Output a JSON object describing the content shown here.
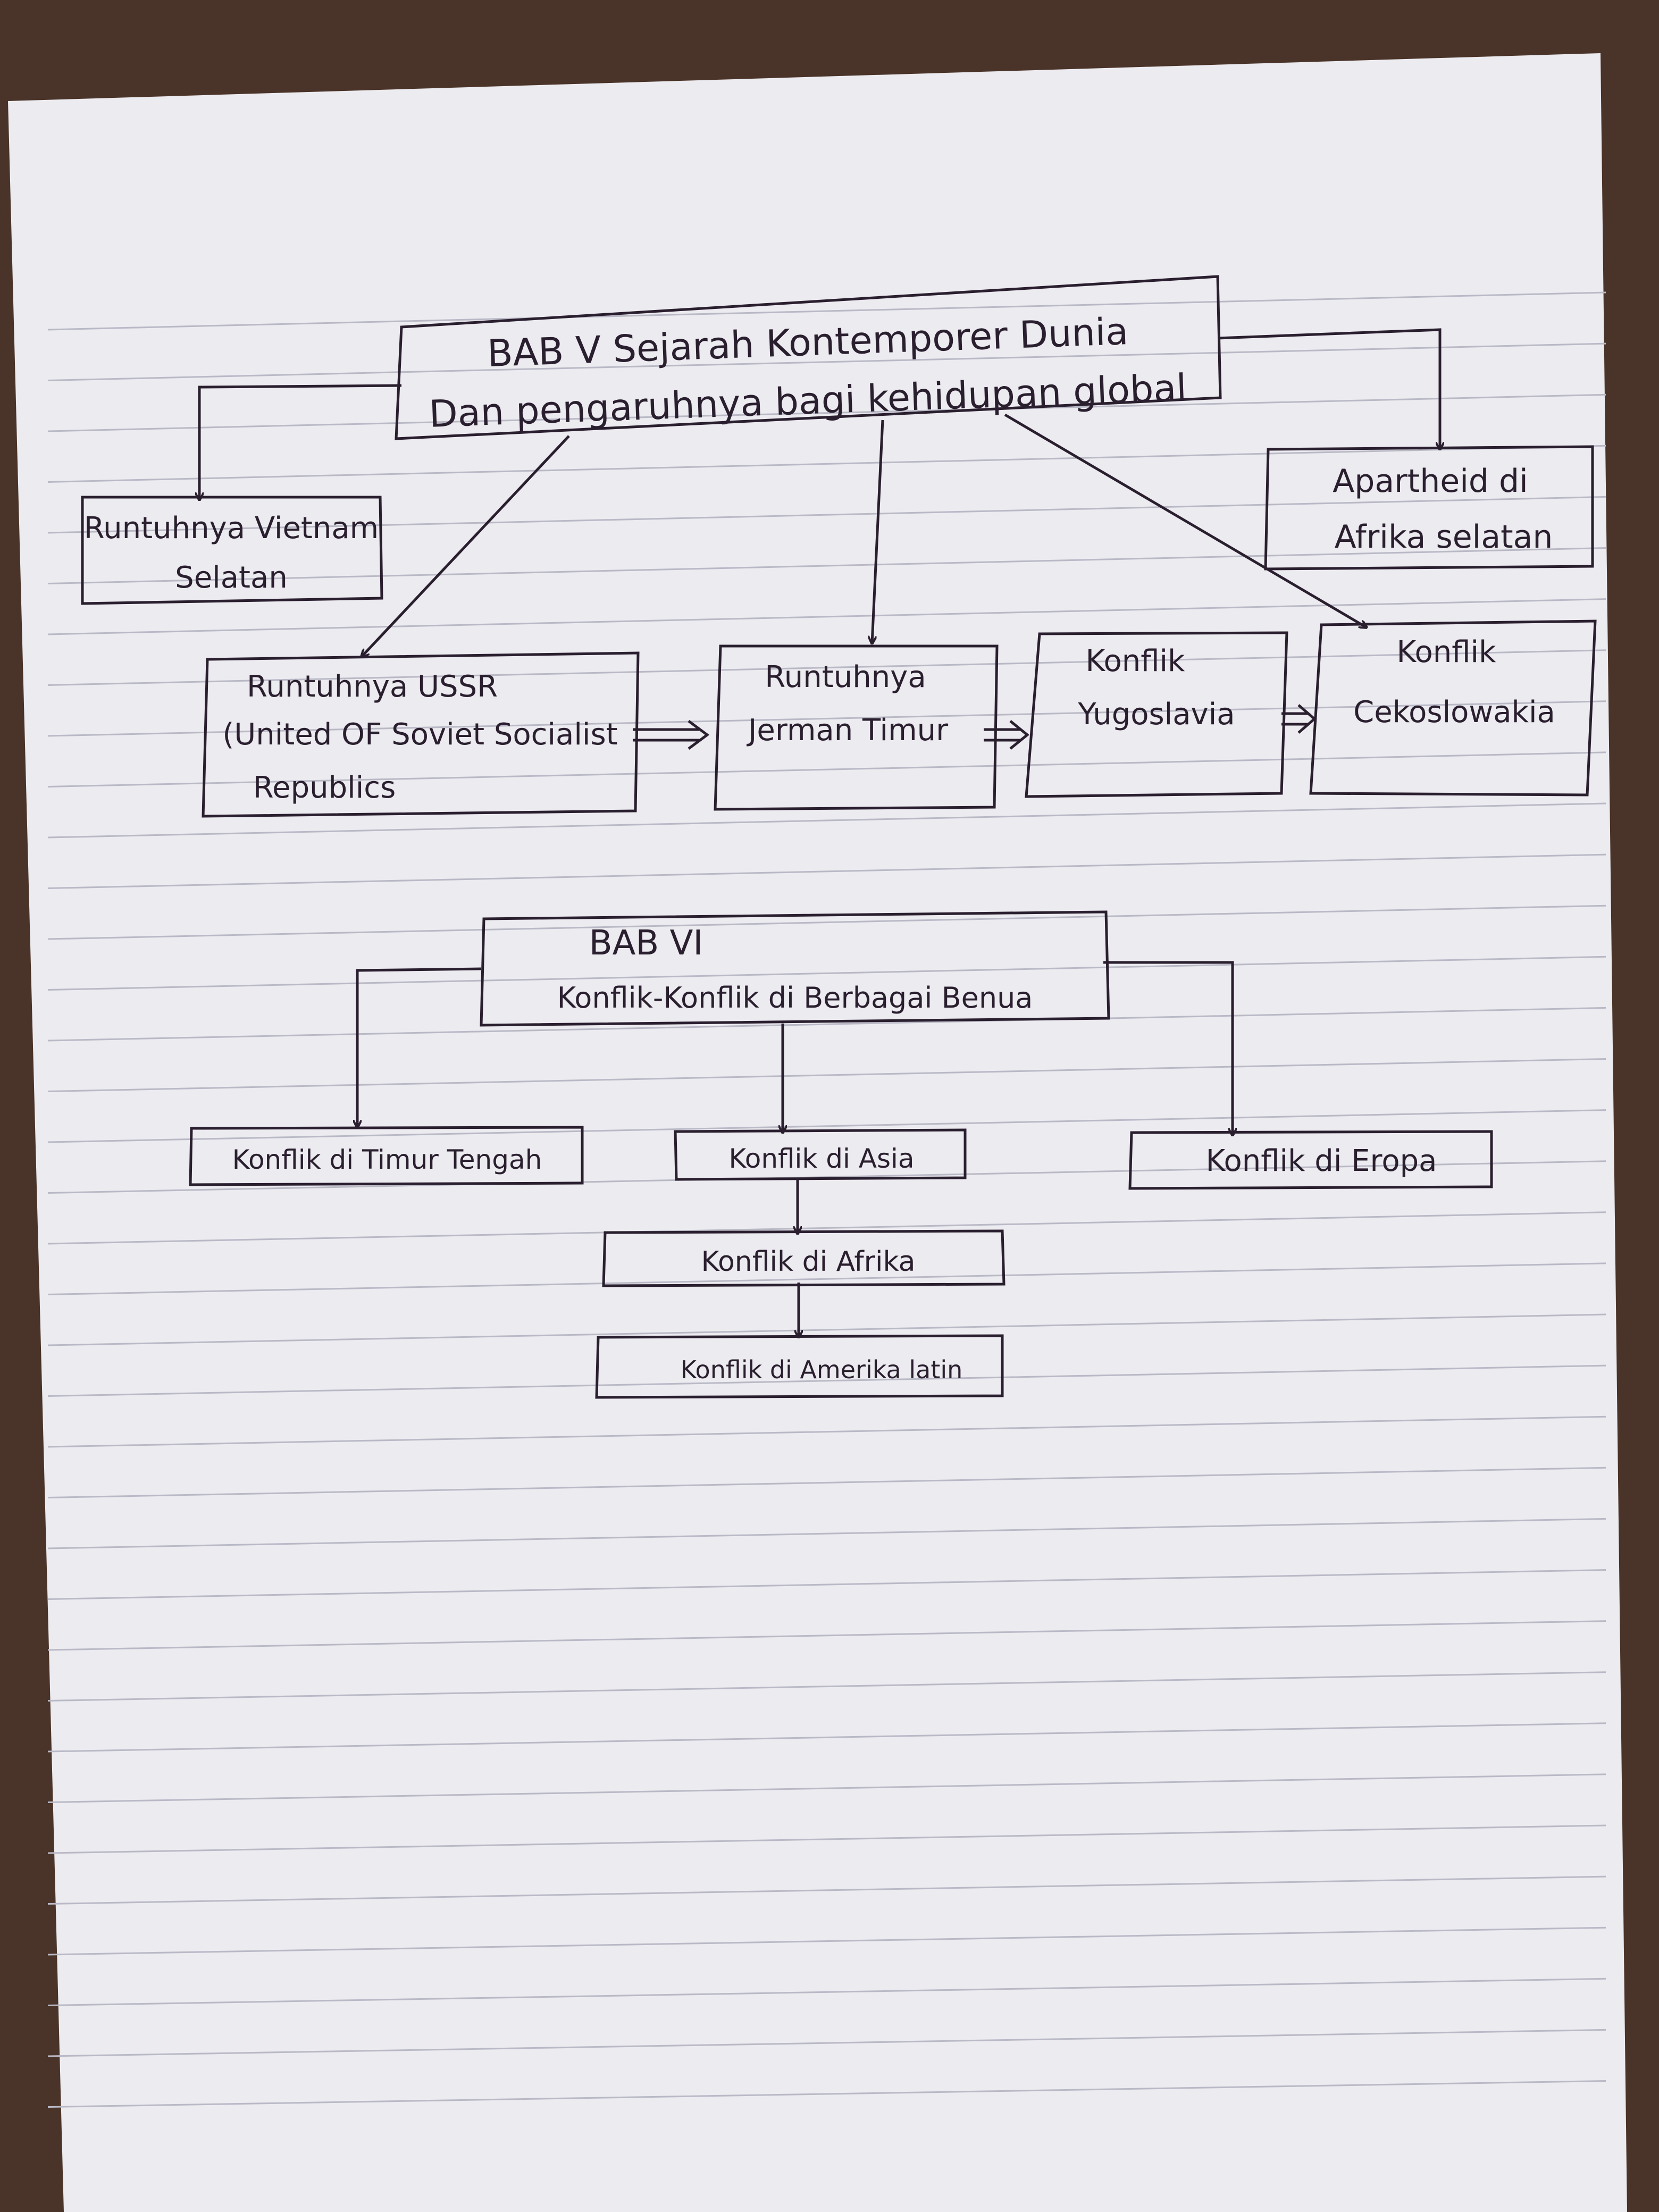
{
  "colors": {
    "background": "#4a3328",
    "paper": "#ecebf0",
    "rule_line": "#b9b9c6",
    "ink": "#2a1f2e"
  },
  "diagram1": {
    "root": {
      "line1": "BAB V Sejarah Kontemporer Dunia",
      "line2": "Dan pengaruhnya bagi kehidupan global"
    },
    "vietnam": {
      "line1": "Runtuhnya Vietnam",
      "line2": "Selatan"
    },
    "apartheid": {
      "line1": "Apartheid di",
      "line2": "Afrika selatan"
    },
    "ussr": {
      "line1": "Runtuhnya USSR",
      "line2": "(United OF Soviet Socialist",
      "line3": "Republics"
    },
    "jerman": {
      "line1": "Runtuhnya",
      "line2": "Jerman Timur"
    },
    "yugoslavia": {
      "line1": "Konflik",
      "line2": "Yugoslavia"
    },
    "cekoslowakia": {
      "line1": "Konflik",
      "line2": "Cekoslowakia"
    }
  },
  "diagram2": {
    "root": {
      "line1": "BAB VI",
      "line2": "Konflik-Konflik di Berbagai Benua"
    },
    "timur_tengah": "Konflik di Timur Tengah",
    "asia": "Konflik di Asia",
    "eropa": "Konflik di Eropa",
    "afrika": "Konflik di Afrika",
    "amerika_latin": "Konflik di Amerika latin"
  }
}
